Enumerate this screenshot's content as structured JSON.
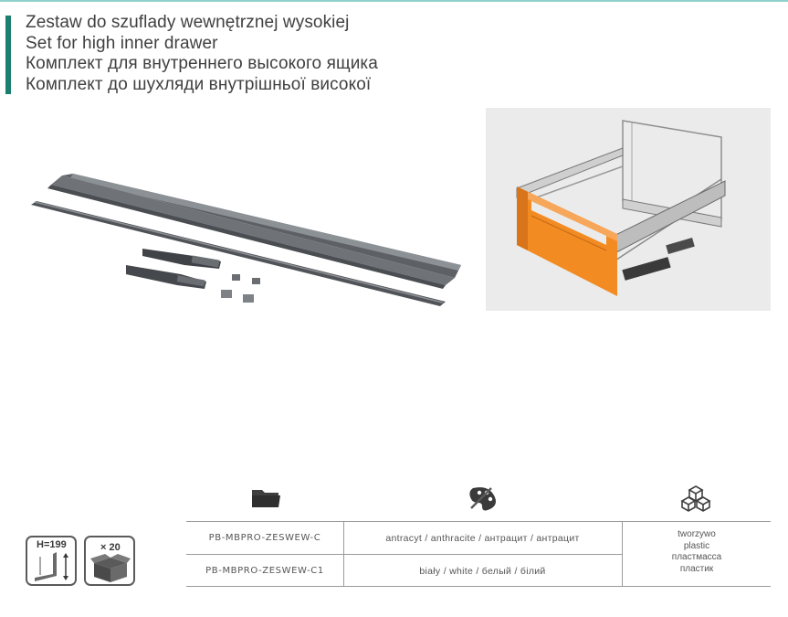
{
  "header": {
    "titles": [
      "Zestaw do szuflady wewnętrznej wysokiej",
      "Set for high inner drawer",
      "Комплект для внутреннего высокого ящика",
      "Комплект до шухляди внутрішньої високої"
    ],
    "accent_color": "#1a7f6e",
    "rule_color": "#8fd1cc"
  },
  "illustrations": {
    "kit_icon": "rail-kit-parts",
    "drawer_icon": "inner-drawer-orange-front",
    "drawer_front_color": "#f28b22"
  },
  "table": {
    "column_icons": [
      "folder-icon",
      "palette-icon",
      "cubes-icon"
    ],
    "rows": [
      {
        "code": "PB-MBPRO-ZESWEW-C",
        "color": "antracyt / anthracite / антрацит / антрацит"
      },
      {
        "code": "PB-MBPRO-ZESWEW-C1",
        "color": "biały / white / белый / білий"
      }
    ],
    "material": [
      "tworzywo",
      "plastic",
      "пластмасса",
      "пластик"
    ]
  },
  "badges": {
    "height": "H=199",
    "quantity": "× 20"
  }
}
